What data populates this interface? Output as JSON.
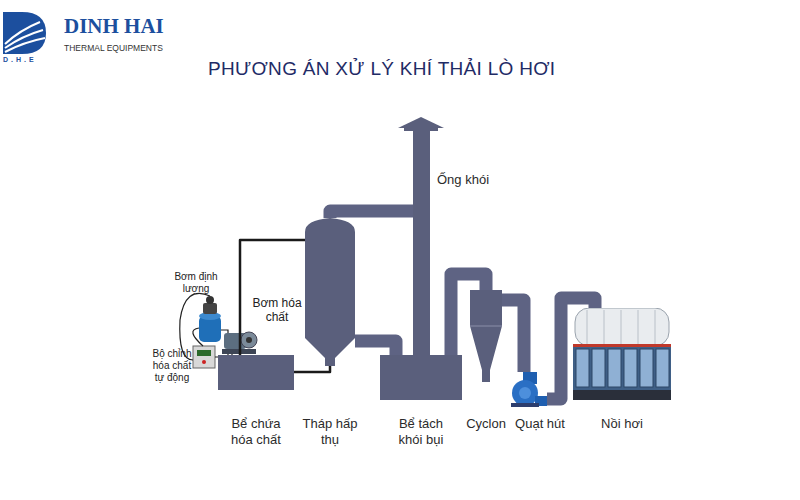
{
  "diagram": {
    "title": "PHƯƠNG ÁN XỬ LÝ KHÍ THẢI LÒ HƠI",
    "nodes": [
      {
        "text": [
          "Bể chứa hóa chất"
        ]
      },
      {
        "text": [
          "Tháp hấp thụ"
        ]
      },
      {
        "text": [
          "Ống khói"
        ]
      },
      {
        "text": [
          "Bể tách khói bụi"
        ]
      },
      {
        "text": [
          "Cyclon"
        ]
      },
      {
        "text": [
          "Quạt hút"
        ]
      },
      {
        "text": [
          "Nồi hơi"
        ]
      }
    ],
    "edges": [
      {
        "from": 0,
        "to": 1,
        "arrow": "none"
      },
      {
        "from": 1,
        "to": 0,
        "arrow": "none"
      },
      {
        "from": 3,
        "to": 1,
        "arrow": "none"
      },
      {
        "from": 1,
        "to": 2,
        "arrow": "none"
      },
      {
        "from": 4,
        "to": 3,
        "arrow": "none"
      },
      {
        "from": 5,
        "to": 4,
        "arrow": "none"
      },
      {
        "from": 6,
        "to": 5,
        "arrow": "none"
      }
    ],
    "labels": [
      "DINH HAI",
      "THERMAL EQUIPMENTS",
      "D.H.E",
      "Bơm định lượng",
      "Bơm hóa chất",
      "Bộ chỉnh hóa chất tự động"
    ]
  }
}
